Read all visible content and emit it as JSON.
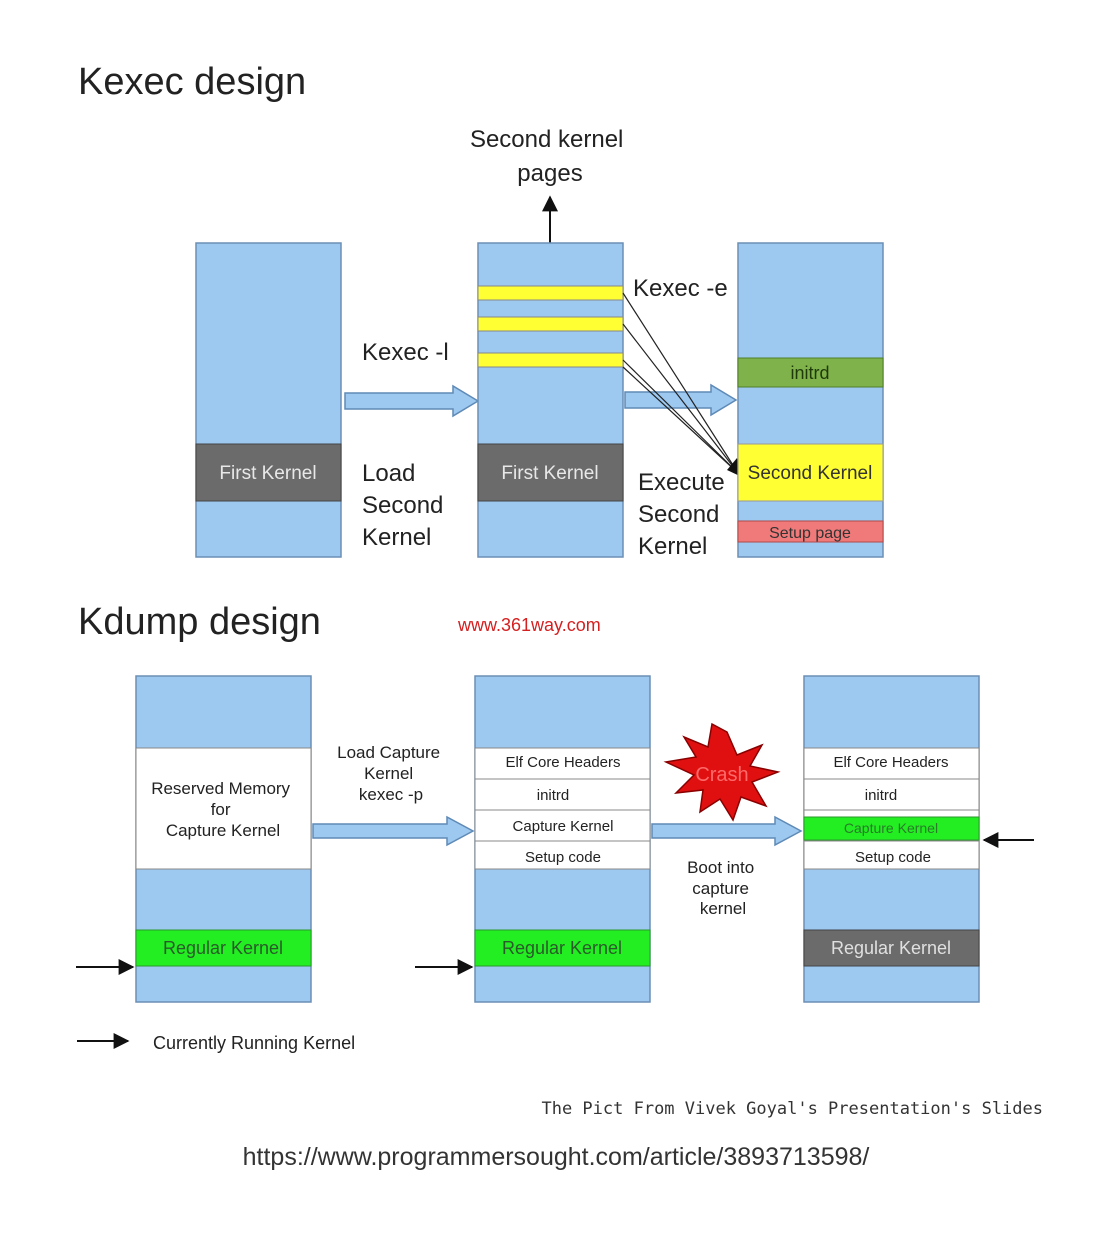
{
  "colors": {
    "memory_blue": "#9dc8f0",
    "kernel_gray": "#6b6b6b",
    "highlight_yellow": "#ffff33",
    "initrd_green": "#7fb24a",
    "setup_red": "#f07a7a",
    "bright_green": "#22ee22",
    "crash_red": "#e01010",
    "watermark_red": "#d42020"
  },
  "kexec": {
    "title": "Kexec design",
    "second_kernel_pages": [
      "Second kernel",
      "pages"
    ],
    "kexec_l": "Kexec -l",
    "load_second_kernel": [
      "Load",
      "Second",
      "Kernel"
    ],
    "kexec_e": "Kexec -e",
    "execute_second_kernel": [
      "Execute",
      "Second",
      "Kernel"
    ],
    "first_kernel_label": "First Kernel",
    "first_kernel_label_2": "First Kernel",
    "initrd": "initrd",
    "second_kernel": "Second Kernel",
    "setup_page": "Setup page"
  },
  "kdump": {
    "title": "Kdump design",
    "watermark": "www.361way.com",
    "reserved_memory": [
      "Reserved Memory",
      "for",
      "Capture Kernel"
    ],
    "regular_kernel": "Regular Kernel",
    "load_capture": [
      "Load Capture",
      "Kernel",
      "kexec -p"
    ],
    "elf_core_headers": "Elf Core Headers",
    "initrd": "initrd",
    "capture_kernel": "Capture Kernel",
    "setup_code": "Setup code",
    "crash": "Crash",
    "boot_into": [
      "Boot into",
      "capture",
      "kernel"
    ],
    "legend": "Currently Running Kernel"
  },
  "credit": "The Pict From Vivek Goyal's Presentation's Slides",
  "source_url": "https://www.programmersought.com/article/3893713598/"
}
